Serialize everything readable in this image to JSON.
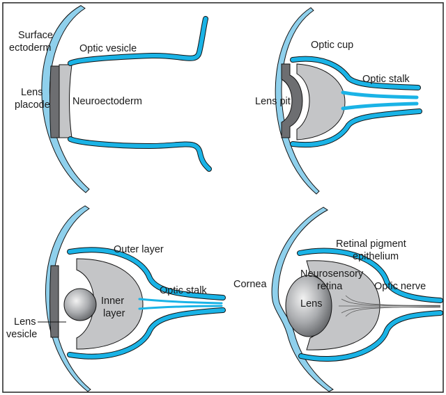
{
  "colors": {
    "ectoderm": "#8fd0ec",
    "neural": "#1ab3e6",
    "outline": "#111111",
    "grey_dark": "#6d6e71",
    "grey_light": "#c4c5c7",
    "background": "#ffffff"
  },
  "panels": {
    "a": {
      "surface_ectoderm": [
        "Surface",
        "ectoderm"
      ],
      "optic_vesicle": "Optic vesicle",
      "lens_placode": [
        "Lens",
        "placode"
      ],
      "neuroectoderm": "Neuroectoderm"
    },
    "b": {
      "optic_cup": "Optic cup",
      "optic_stalk": "Optic stalk",
      "lens_pit": "Lens pit"
    },
    "c": {
      "outer_layer": "Outer layer",
      "optic_stalk": "Optic stalk",
      "inner_layer": [
        "Inner",
        "layer"
      ],
      "lens_vesicle": [
        "Lens",
        "vesicle"
      ]
    },
    "d": {
      "retinal_pigment_epithelium": [
        "Retinal pigment",
        "epithelium"
      ],
      "neurosensory_retina": [
        "Neurosensory",
        "retina"
      ],
      "cornea": "Cornea",
      "optic_nerve": "Optic nerve",
      "lens": "Lens"
    }
  }
}
